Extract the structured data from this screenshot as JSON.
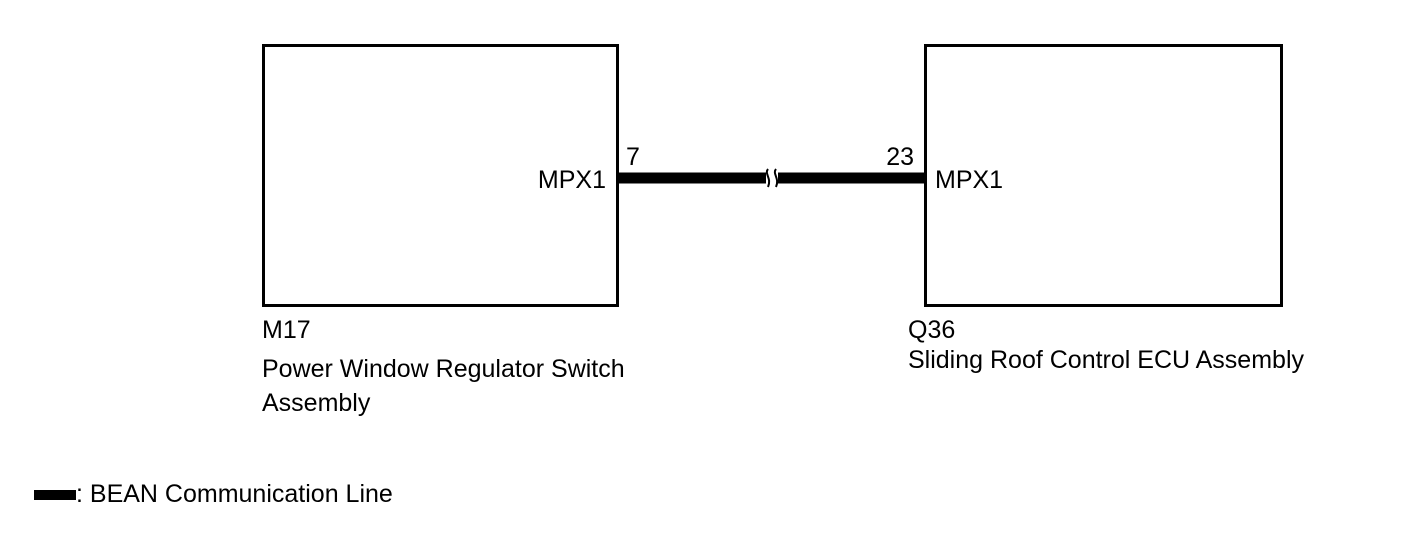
{
  "left_component": {
    "code": "M17",
    "name": "Power Window Regulator Switch Assembly",
    "pin_number": "7",
    "pin_signal": "MPX1"
  },
  "right_component": {
    "code": "Q36",
    "name": "Sliding Roof Control ECU Assembly",
    "pin_number": "23",
    "pin_signal": "MPX1"
  },
  "wire": {
    "color": "#000000",
    "break_symbol": "wavy-break-icon"
  },
  "legend": {
    "label": ": BEAN Communication Line",
    "swatch_icon": "thick-line-icon"
  }
}
